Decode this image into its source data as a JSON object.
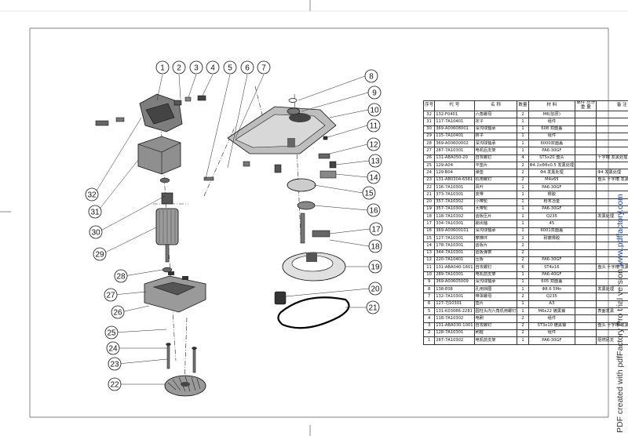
{
  "callouts": [
    "1",
    "2",
    "3",
    "4",
    "5",
    "6",
    "7",
    "8",
    "9",
    "10",
    "11",
    "12",
    "13",
    "14",
    "15",
    "16",
    "17",
    "18",
    "19",
    "20",
    "21",
    "22",
    "23",
    "24",
    "25",
    "26",
    "27",
    "28",
    "29",
    "30",
    "31",
    "32"
  ],
  "bom": {
    "header": {
      "seq": "序号",
      "code": "代  号",
      "name": "名  称",
      "qty": "数量",
      "material": "材  料",
      "unit_weight": "单件",
      "total_weight": "总计",
      "weight_label": "重  量",
      "remarks": "备  注"
    },
    "rows": [
      [
        "32",
        "132-F0401",
        "六角螺母",
        "2",
        "M6(加厚)",
        "",
        ""
      ],
      [
        "31",
        "117-7A10401",
        "定子",
        "1",
        "组件",
        "",
        ""
      ],
      [
        "30",
        "369-A00608001",
        "深沟球轴承",
        "1",
        "608 双面盖",
        "",
        ""
      ],
      [
        "29",
        "115-7A10401",
        "转子",
        "1",
        "组件",
        "",
        ""
      ],
      [
        "28",
        "369-A00600002",
        "深沟球轴承",
        "1",
        "6000双面盖",
        "",
        ""
      ],
      [
        "27",
        "287-7A10301",
        "电机后支架",
        "1",
        "PA6-30GF",
        "",
        ""
      ],
      [
        "26",
        "131-ABA050-20",
        "自攻螺钉",
        "4",
        "ST5x20 盘头",
        "",
        "十字槽 发黑处理"
      ],
      [
        "25",
        "129-A04",
        "平垫片",
        "2",
        "Φ4.2xΦ8x0.5 发黑处理",
        "",
        ""
      ],
      [
        "24",
        "129-B04",
        "弹垫",
        "2",
        "Φ4 发黑处理",
        "",
        "Φ4 发黑处理"
      ],
      [
        "23",
        "131-AB0304-6581",
        "机用螺钉",
        "2",
        "M4x65",
        "",
        "盘头 十字槽 发黑处理 加硬"
      ],
      [
        "22",
        "116-7A10301",
        "风叶",
        "1",
        "PA6-30GF",
        "",
        ""
      ],
      [
        "21",
        "373-7A10301",
        "皮带",
        "1",
        "橡胶",
        "",
        ""
      ],
      [
        "20",
        "357-7A10302",
        "小带轮",
        "1",
        "粉末冶金",
        "",
        ""
      ],
      [
        "19",
        "357-7A10301",
        "大带轮",
        "1",
        "PA6-30GF",
        "",
        ""
      ],
      [
        "18",
        "118-7A10302",
        "齿板压片",
        "1",
        "Q235",
        "",
        "发黑处理"
      ],
      [
        "17",
        "334-7A10301",
        "输出轴",
        "1",
        "45",
        "",
        ""
      ],
      [
        "16",
        "369-A00600101",
        "深沟球轴承",
        "1",
        "6001双面盖",
        "",
        ""
      ],
      [
        "15",
        "127-7A10301",
        "摩擦环",
        "1",
        "耐磨橡胶",
        "",
        ""
      ],
      [
        "14",
        "178-7A10301",
        "齿板片",
        "2",
        "",
        "",
        ""
      ],
      [
        "13",
        "344-7A10301",
        "齿板弹簧",
        "2",
        "",
        "",
        ""
      ],
      [
        "12",
        "220-7A10401",
        "压板",
        "2",
        "PA6-30GF",
        "",
        ""
      ],
      [
        "11",
        "131-ABA040-1601",
        "自攻螺钉",
        "6",
        "ST4x16",
        "",
        "盘头 十字槽 发黑处理"
      ],
      [
        "10",
        "289-7A10301",
        "电机前支架",
        "1",
        "PA6-40GF",
        "",
        ""
      ],
      [
        "9",
        "369-A00605009",
        "深沟球轴承",
        "1",
        "605 双面盖",
        "",
        ""
      ],
      [
        "8",
        "138-E08",
        "孔用挡圈",
        "1",
        "Φ8.6 5Mn",
        "",
        "发黑处理"
      ],
      [
        "7",
        "132-7A10301",
        "带罩螺母",
        "2",
        "Q235",
        "",
        ""
      ],
      [
        "6",
        "127-7J10301",
        "垫片",
        "1",
        "A3",
        "",
        ""
      ],
      [
        "5",
        "131-K03086-2281",
        "圆柱头内六角机用螺钉",
        "1",
        "M6x22 镀黑镍",
        "",
        "表面发黑"
      ],
      [
        "4",
        "118-7A10302",
        "电刷",
        "2",
        "组件",
        "",
        ""
      ],
      [
        "3",
        "131-ABA030-1001",
        "自攻螺钉",
        "2",
        "ST3x10 镀黑镍",
        "",
        "盘头 十字槽 发黑处理"
      ],
      [
        "2",
        "128-7A10301",
        "刷握",
        "2",
        "组件",
        "",
        ""
      ],
      [
        "1",
        "287-7A10302",
        "电机前支架",
        "1",
        "PA6-30GF",
        "",
        "阻燃尼龙"
      ]
    ]
  },
  "watermark": {
    "text": "PDF created with pdfFactory Pro trial version ",
    "link": "www.pdffactory.com"
  }
}
